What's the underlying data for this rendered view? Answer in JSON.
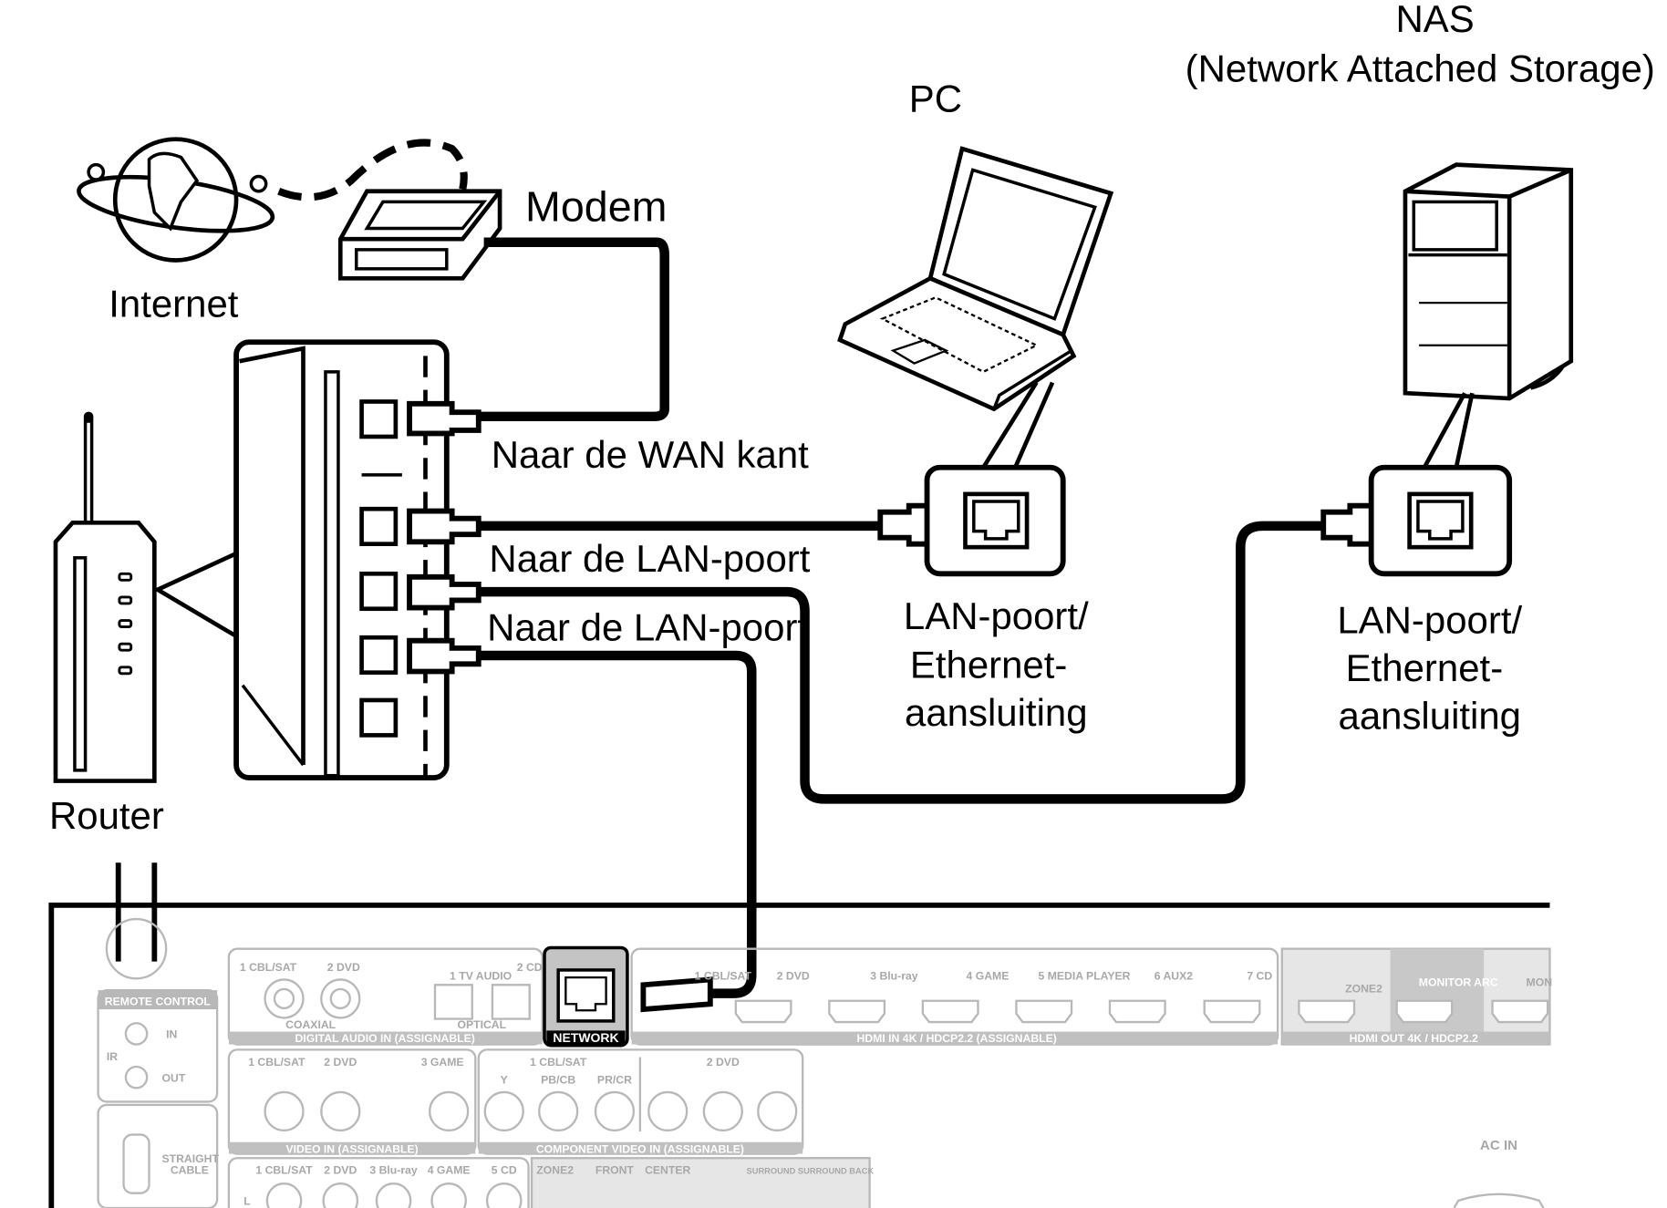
{
  "labels": {
    "internet": "Internet",
    "modem": "Modem",
    "router": "Router",
    "pc": "PC",
    "nas_line1": "NAS",
    "nas_line2": "(Network Attached Storage)",
    "wan": "Naar de WAN kant",
    "lan1": "Naar de LAN-poort",
    "lan2": "Naar de LAN-poort",
    "pc_port": [
      "LAN-poort/",
      "Ethernet-",
      "aansluiting"
    ],
    "nas_port": [
      "LAN-poort/",
      "Ethernet-",
      "aansluiting"
    ]
  },
  "receiver": {
    "remote_control": "REMOTE CONTROL",
    "ir": "IR",
    "in": "IN",
    "out": "OUT",
    "straight_cable": [
      "STRAIGHT",
      "CABLE"
    ],
    "digital_audio": {
      "inputs": [
        "1 CBL/SAT",
        "2 DVD",
        "1 TV AUDIO",
        "2 CD"
      ],
      "coaxial": "COAXIAL",
      "optical": "OPTICAL",
      "footer": "DIGITAL AUDIO IN (ASSIGNABLE)"
    },
    "network": "NETWORK",
    "hdmi_in": {
      "inputs": [
        "1 CBL/SAT",
        "2 DVD",
        "3 Blu-ray",
        "4 GAME",
        "5 MEDIA PLAYER",
        "6 AUX2",
        "7 CD"
      ],
      "footer": "HDMI IN 4K / HDCP2.2 (ASSIGNABLE)"
    },
    "hdmi_out": {
      "outputs": [
        "ZONE2",
        "MONITOR ARC",
        "MON"
      ],
      "footer": "HDMI OUT 4K / HDCP2.2"
    },
    "video": {
      "inputs": [
        "1 CBL/SAT",
        "2 DVD",
        "3 GAME"
      ],
      "footer": "VIDEO IN (ASSIGNABLE)"
    },
    "component_video": {
      "groups": [
        "1 CBL/SAT",
        "2 DVD"
      ],
      "channels": [
        "Y",
        "PB/CB",
        "PR/CR"
      ],
      "footer": "COMPONENT VIDEO IN (ASSIGNABLE)"
    },
    "analog_audio": [
      "1 CBL/SAT",
      "2 DVD",
      "3 Blu-ray",
      "4 GAME",
      "5 CD"
    ],
    "analog_l": "L",
    "preout": [
      "ZONE2",
      "FRONT",
      "CENTER",
      "SURROUND SURROUND BACK"
    ],
    "ac_in": "AC IN"
  }
}
